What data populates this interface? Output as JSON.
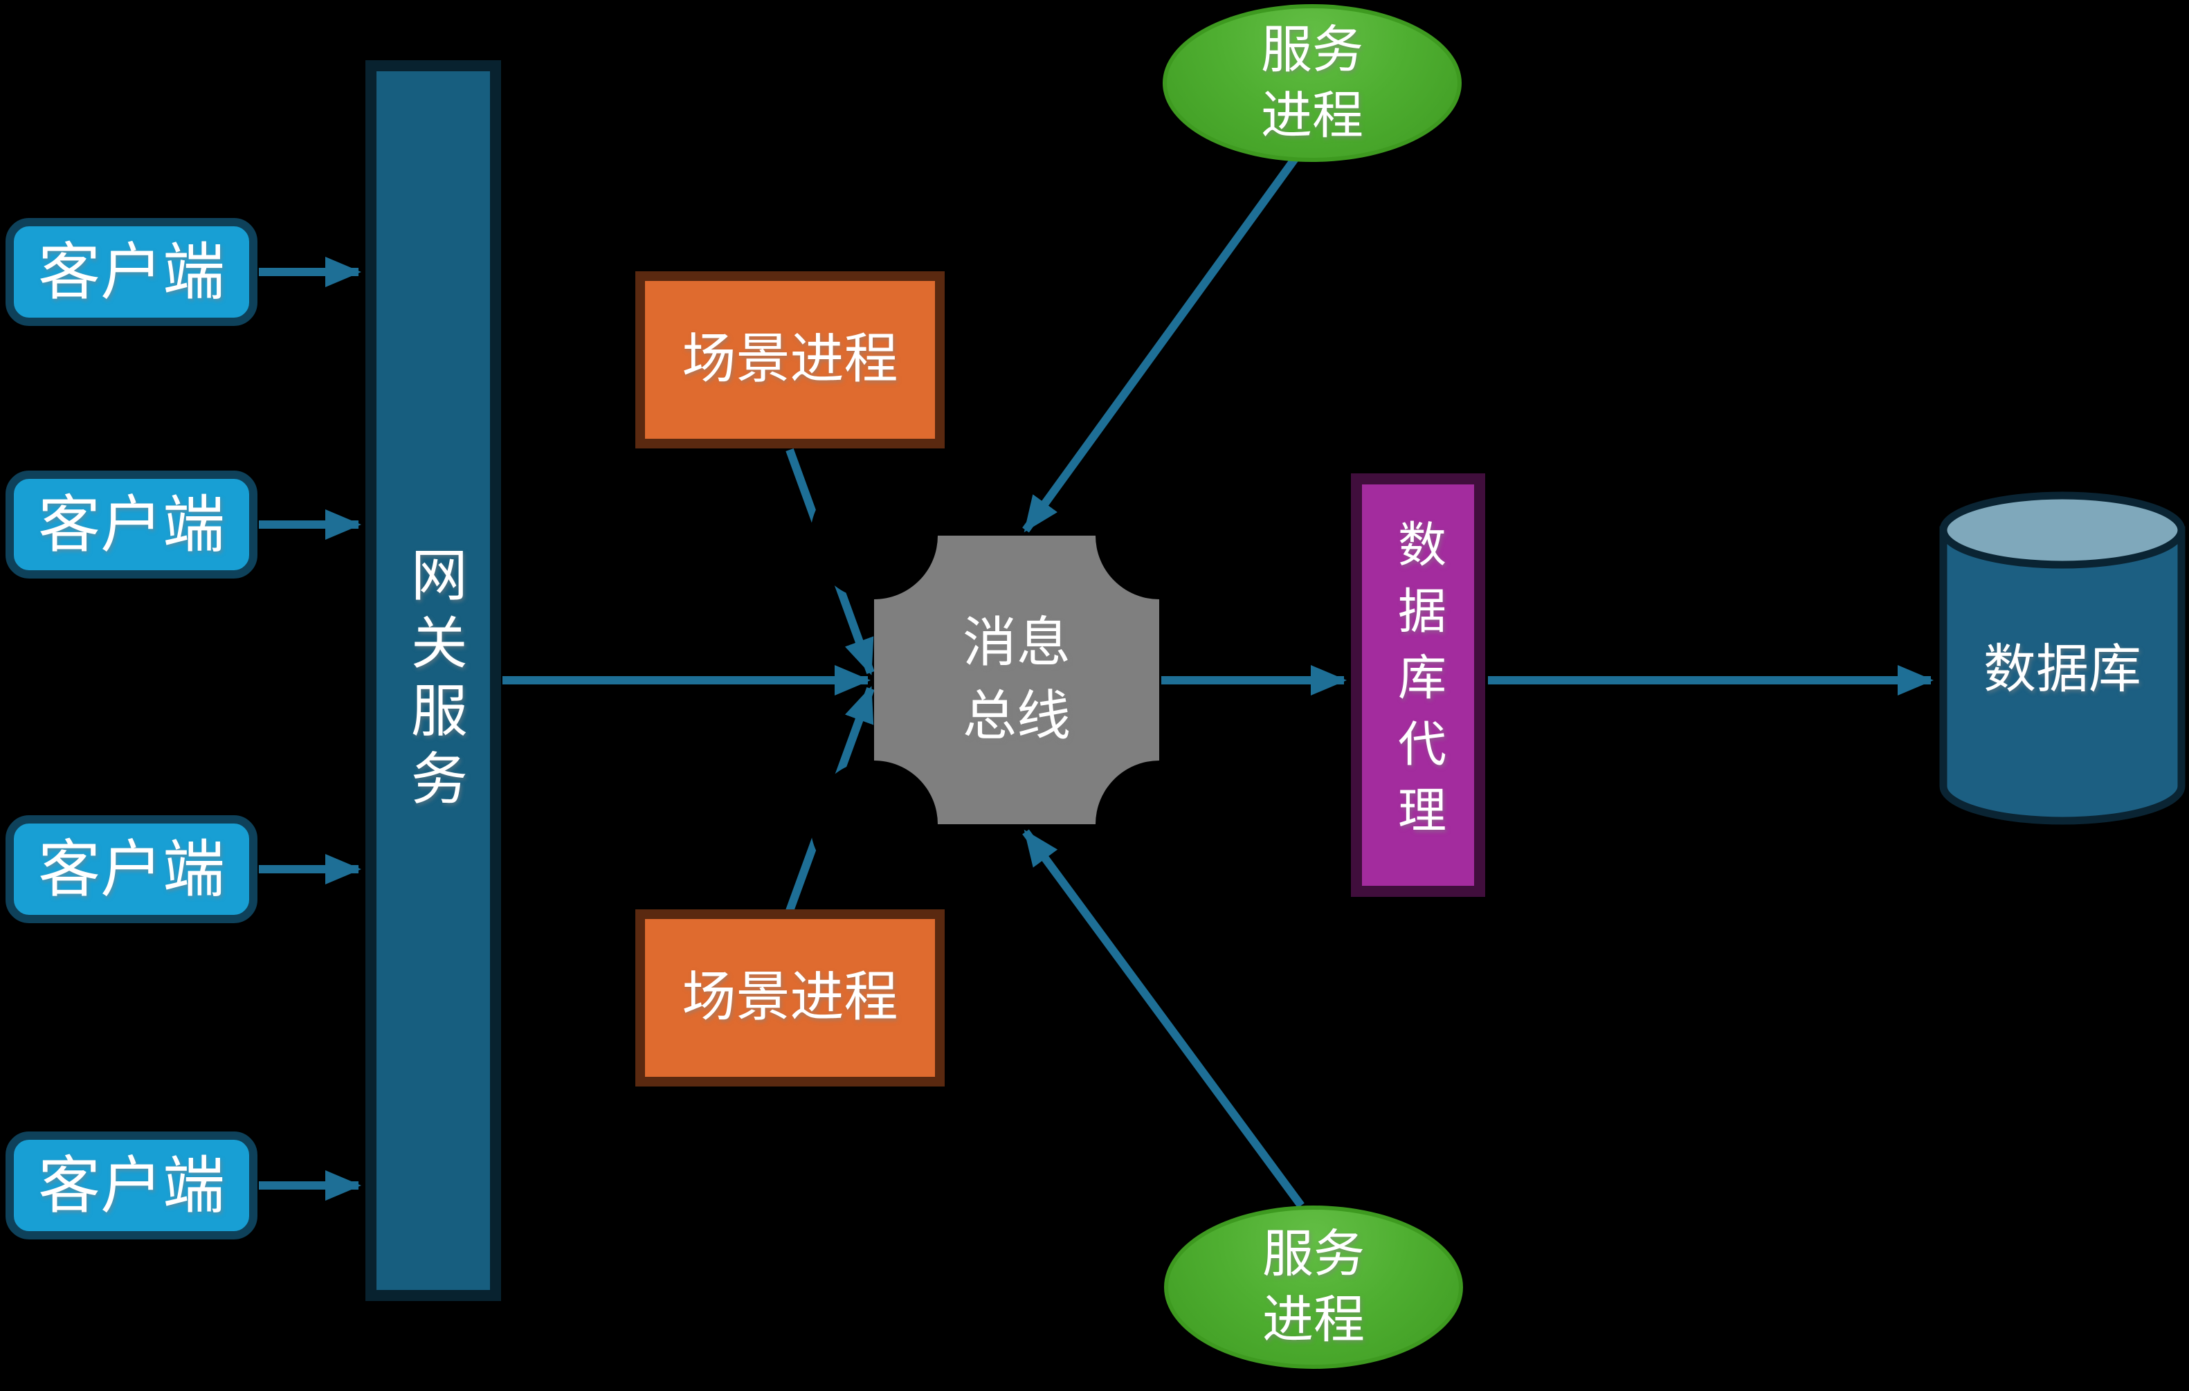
{
  "diagram": {
    "background": "#000000",
    "arrow_color": "#1E6F96",
    "clients": {
      "fill": "#189FD4",
      "border": "#0E415A",
      "labels": [
        "客户端",
        "客户端",
        "客户端",
        "客户端"
      ]
    },
    "gateway": {
      "label": "网关服务",
      "fill": "#175E7F",
      "border": "#08222F"
    },
    "scene_processes": {
      "fill": "#DF6B2F",
      "border": "#5A2910",
      "labels": [
        "场景进程",
        "场景进程"
      ]
    },
    "message_bus": {
      "label": "消息\n总线",
      "fill": "#7F7F7F"
    },
    "service_processes": {
      "fill_top": "#63BE45",
      "fill_bottom": "#43A026",
      "border": "#3E9A20",
      "labels": [
        "服务\n进程",
        "服务\n进程"
      ]
    },
    "db_proxy": {
      "label": "数据库代理",
      "fill": "#A32C9E",
      "border": "#400E3C"
    },
    "database": {
      "label": "数据库",
      "body_fill": "#1C5F82",
      "top_fill": "#7FA8BB",
      "border": "#0A2433"
    }
  }
}
